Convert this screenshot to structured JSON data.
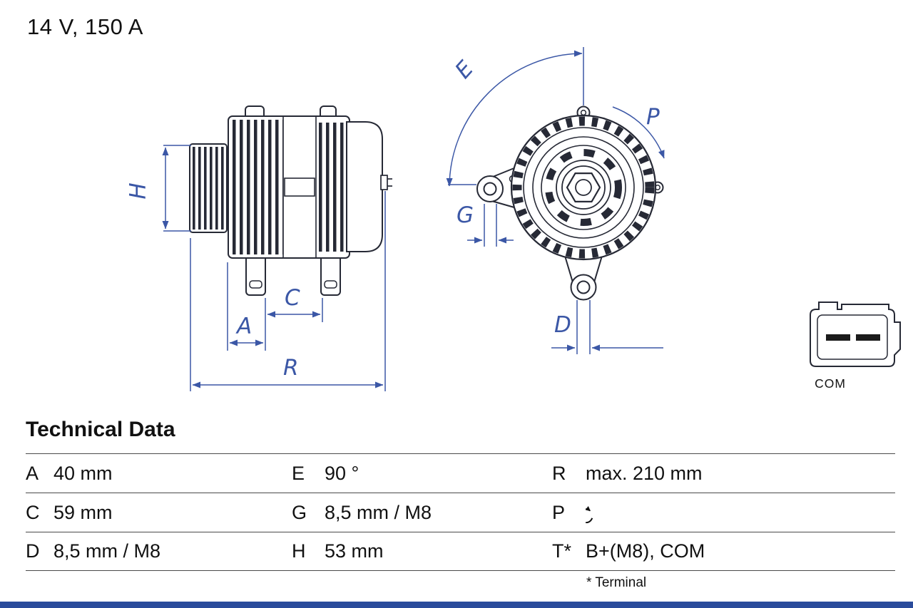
{
  "page": {
    "title": "14 V, 150 A",
    "section_title": "Technical Data",
    "footnote": "* Terminal",
    "connector_label": "COM"
  },
  "diagram": {
    "labels": {
      "H": "H",
      "A": "A",
      "C": "C",
      "R": "R",
      "E": "E",
      "G": "G",
      "P": "P",
      "D": "D"
    }
  },
  "table": {
    "rows": [
      {
        "cells": [
          {
            "key": "A",
            "value": "40 mm"
          },
          {
            "key": "E",
            "value": "90 °"
          },
          {
            "key": "R",
            "value": "max. 210 mm"
          }
        ]
      },
      {
        "cells": [
          {
            "key": "C",
            "value": "59 mm"
          },
          {
            "key": "G",
            "value": "8,5 mm / M8"
          },
          {
            "key": "P",
            "value": "",
            "icon": "rotation-direction-icon"
          }
        ]
      },
      {
        "cells": [
          {
            "key": "D",
            "value": "8,5 mm / M8"
          },
          {
            "key": "H",
            "value": "53 mm"
          },
          {
            "key": "T*",
            "value": "B+(M8), COM"
          }
        ]
      }
    ]
  },
  "colors": {
    "dimension_blue": "#3b57a6",
    "outline_dark": "#262935",
    "accent_bar_blue": "#2a4b9b"
  }
}
